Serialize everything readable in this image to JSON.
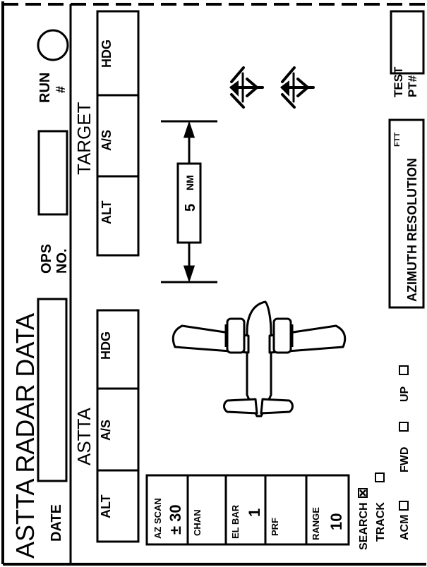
{
  "title": "ASTTA RADAR DATA",
  "fields": {
    "date_label": "DATE",
    "ops_label_1": "OPS",
    "ops_label_2": "NO.",
    "run_label_1": "RUN",
    "run_label_2": "#"
  },
  "astta": {
    "title": "ASTTA",
    "headers": [
      "ALT",
      "A/S",
      "HDG"
    ]
  },
  "target": {
    "title": "TARGET",
    "headers": [
      "ALT",
      "A/S",
      "HDG"
    ]
  },
  "separation": {
    "value": "5",
    "unit": "NM"
  },
  "radar_params": [
    {
      "label": "AZ SCAN",
      "value": "± 30"
    },
    {
      "label": "CHAN",
      "value": ""
    },
    {
      "label": "EL BAR",
      "value": "1"
    },
    {
      "label": "PRF",
      "value": ""
    },
    {
      "label": "RANGE",
      "value": "10"
    }
  ],
  "checkboxes": [
    {
      "label": "SEARCH",
      "checked": true
    },
    {
      "label": "TRACK",
      "checked": false
    },
    {
      "label": "ACM",
      "checked": false
    },
    {
      "label": "FWD",
      "checked": false
    },
    {
      "label": "UP",
      "checked": false
    }
  ],
  "ftt": {
    "label": "FTT",
    "name": "AZIMUTH RESOLUTION"
  },
  "test_point": {
    "label_1": "TEST",
    "label_2": "PT#"
  }
}
